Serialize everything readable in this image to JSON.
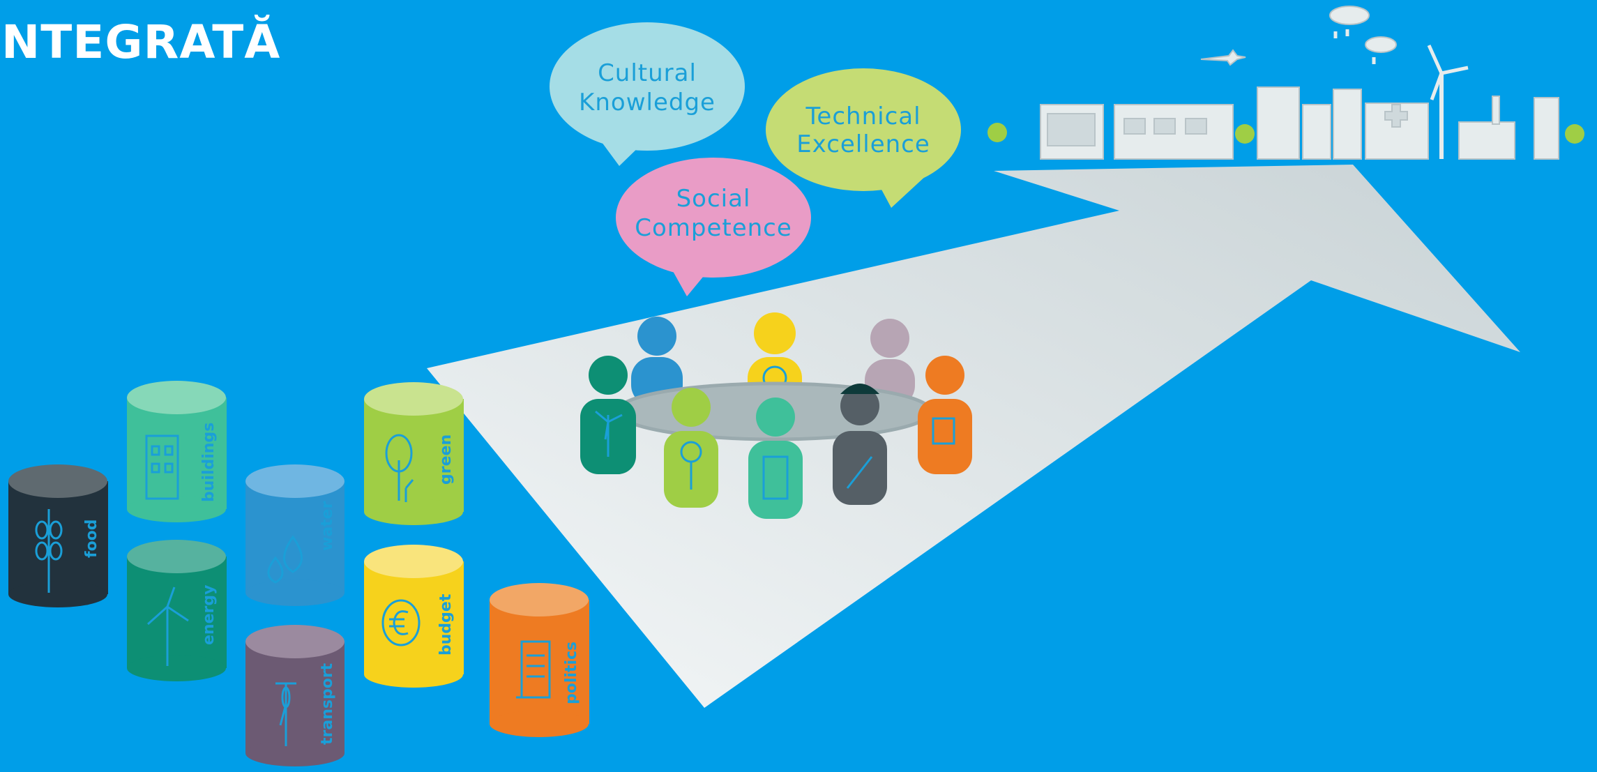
{
  "title": "NTEGRATĂ",
  "bubbles": [
    {
      "line1": "Cultural",
      "line2": "Knowledge",
      "color": "#a5dde6"
    },
    {
      "line1": "Technical",
      "line2": "Excellence",
      "color": "#c5dc74"
    },
    {
      "line1": "Social",
      "line2": "Competence",
      "color": "#e99cc6"
    }
  ],
  "cylinders": [
    {
      "label": "food",
      "icon": "wheat-icon",
      "color": "#22323d"
    },
    {
      "label": "buildings",
      "icon": "building-icon",
      "color": "#3fc09a"
    },
    {
      "label": "water",
      "icon": "water-drops-icon",
      "color": "#2b93cf"
    },
    {
      "label": "green",
      "icon": "tree-icon",
      "color": "#9fce45"
    },
    {
      "label": "energy",
      "icon": "wind-turbine-icon",
      "color": "#0d8f74"
    },
    {
      "label": "budget",
      "icon": "euro-coin-icon",
      "color": "#f6d21c"
    },
    {
      "label": "transport",
      "icon": "bicycle-icon",
      "color": "#6c5a73"
    },
    {
      "label": "politics",
      "icon": "document-scroll-icon",
      "color": "#ee7b22"
    }
  ],
  "colors": {
    "background": "#009ee8",
    "arrow": "#e6eced",
    "text": "#1a9fd8"
  }
}
